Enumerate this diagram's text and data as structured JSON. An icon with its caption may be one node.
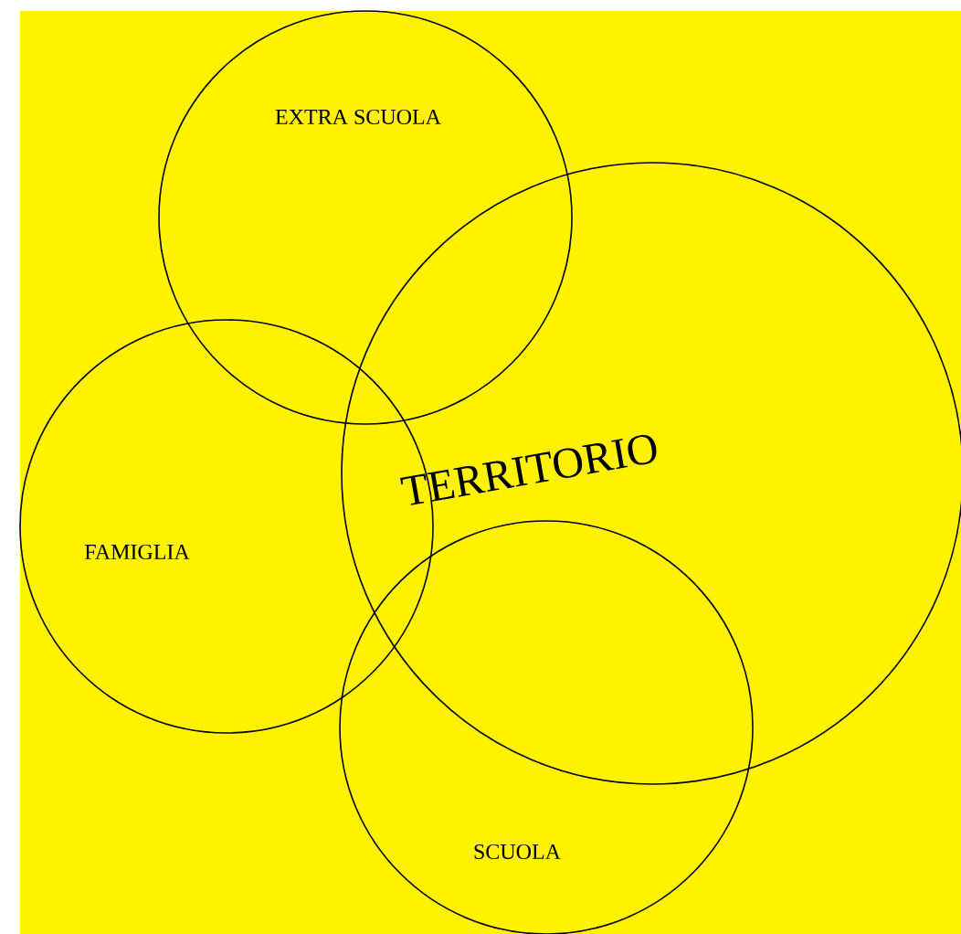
{
  "diagram": {
    "nodes": [
      {
        "text": [
          "EXTRA SCUOLA"
        ]
      },
      {
        "text": [
          "TERRITORIO"
        ]
      },
      {
        "text": [
          "FAMIGLIA"
        ]
      },
      {
        "text": [
          "SCUOLA"
        ]
      }
    ],
    "edges": []
  }
}
